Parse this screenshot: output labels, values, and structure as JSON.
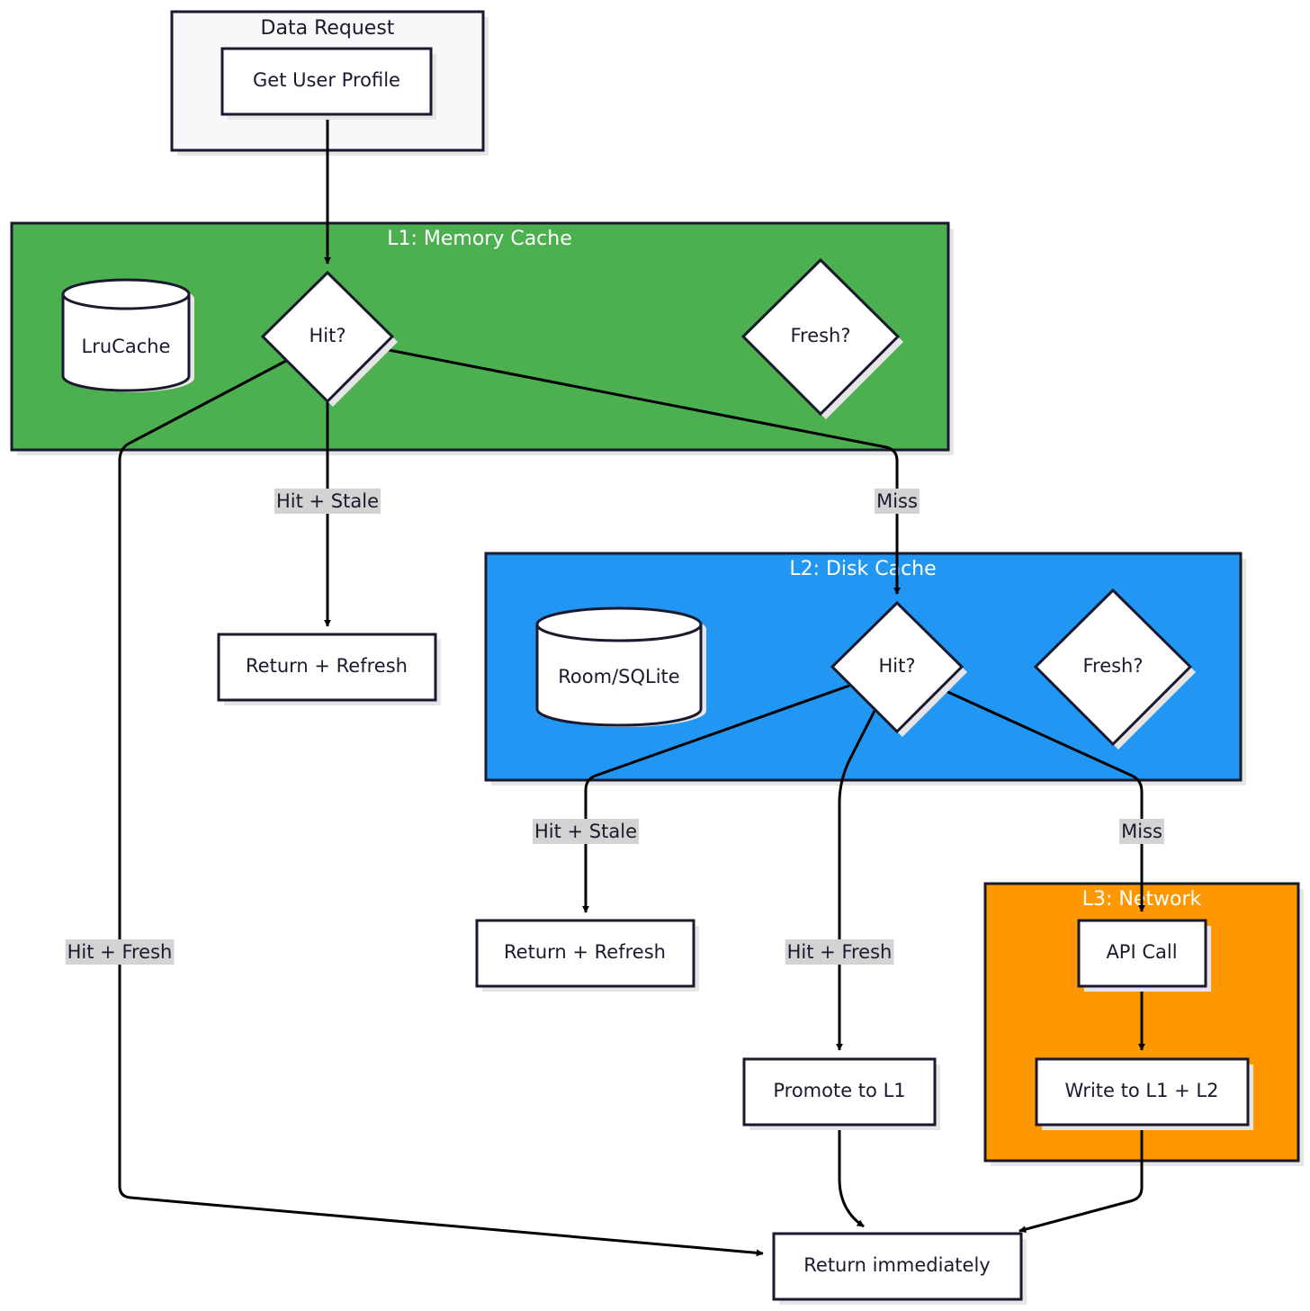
{
  "clusters": {
    "request": {
      "title": "Data Request",
      "fill": "#f8f8fb"
    },
    "l1": {
      "title": "L1: Memory Cache",
      "fill": "#4caf50"
    },
    "l2": {
      "title": "L2: Disk Cache",
      "fill": "#2196f3"
    },
    "l3": {
      "title": "L3: Network",
      "fill": "#ff9800"
    }
  },
  "nodes": {
    "get_user_profile": "Get User Profile",
    "lru_cache": "LruCache",
    "l1_hit": "Hit?",
    "l1_fresh": "Fresh?",
    "room_sqlite": "Room/SQLite",
    "l2_hit": "Hit?",
    "l2_fresh": "Fresh?",
    "return_refresh_1": "Return + Refresh",
    "return_refresh_2": "Return + Refresh",
    "promote_l1": "Promote to L1",
    "api_call": "API Call",
    "write_l1_l2": "Write to L1 + L2",
    "return_immediately": "Return immediately"
  },
  "edge_labels": {
    "l1_stale": "Hit + Stale",
    "l1_miss": "Miss",
    "l1_fresh": "Hit + Fresh",
    "l2_stale": "Hit + Stale",
    "l2_miss": "Miss",
    "l2_fresh": "Hit + Fresh"
  },
  "colors": {
    "stroke": "#1a1a2e",
    "edge": "#000000",
    "label_bg": "#d3d3d3",
    "cluster_title_light": "#ffffff",
    "cluster_title_dark": "#1a1a2e"
  }
}
